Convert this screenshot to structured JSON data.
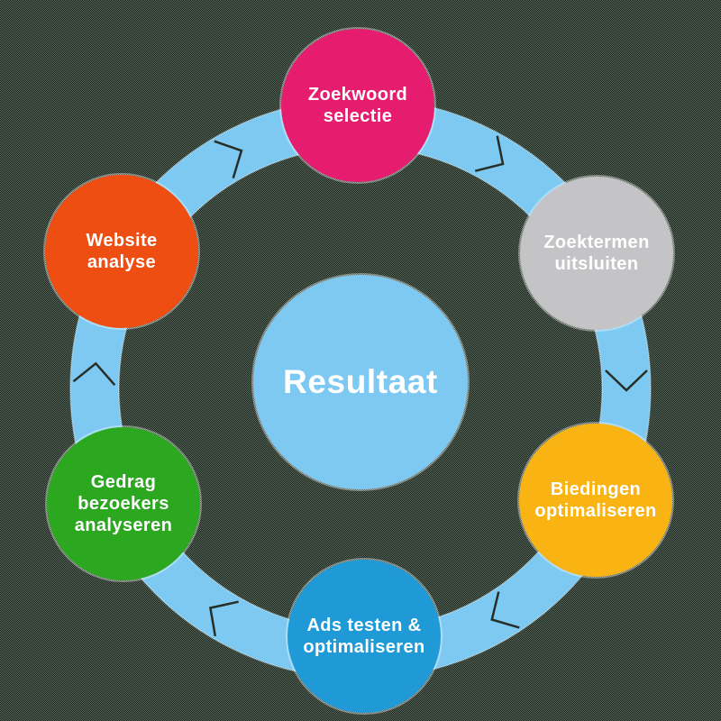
{
  "background": {
    "base_color": "#5e7162",
    "dot_color": "#151b15"
  },
  "ring": {
    "color": "#7dc9f1",
    "arrow_color": "#272e27",
    "direction": "clockwise",
    "arrow_count": 6
  },
  "center": {
    "label": "Resultaat",
    "color": "#7dc9f1",
    "text_color": "#ffffff"
  },
  "nodes": [
    {
      "id": "zoekwoord-selectie",
      "position": "top",
      "color": "#e61d6e",
      "lines": [
        "Zoekwoord",
        "selectie"
      ]
    },
    {
      "id": "zoektermen-uitsluiten",
      "position": "top-right",
      "color": "#c4c3c6",
      "lines": [
        "Zoektermen",
        "uitsluiten"
      ]
    },
    {
      "id": "biedingen-optimaliseren",
      "position": "bottom-right",
      "color": "#f9b414",
      "lines": [
        "Biedingen",
        "optimaliseren"
      ]
    },
    {
      "id": "ads-testen-optimaliseren",
      "position": "bottom",
      "color": "#1f9ad6",
      "lines": [
        "Ads testen &",
        "optimaliseren"
      ]
    },
    {
      "id": "gedrag-bezoekers-analyseren",
      "position": "bottom-left",
      "color": "#2ba81f",
      "lines": [
        "Gedrag",
        "bezoekers",
        "analyseren"
      ]
    },
    {
      "id": "website-analyse",
      "position": "top-left",
      "color": "#ef4e12",
      "lines": [
        "Website",
        "analyse"
      ]
    }
  ]
}
